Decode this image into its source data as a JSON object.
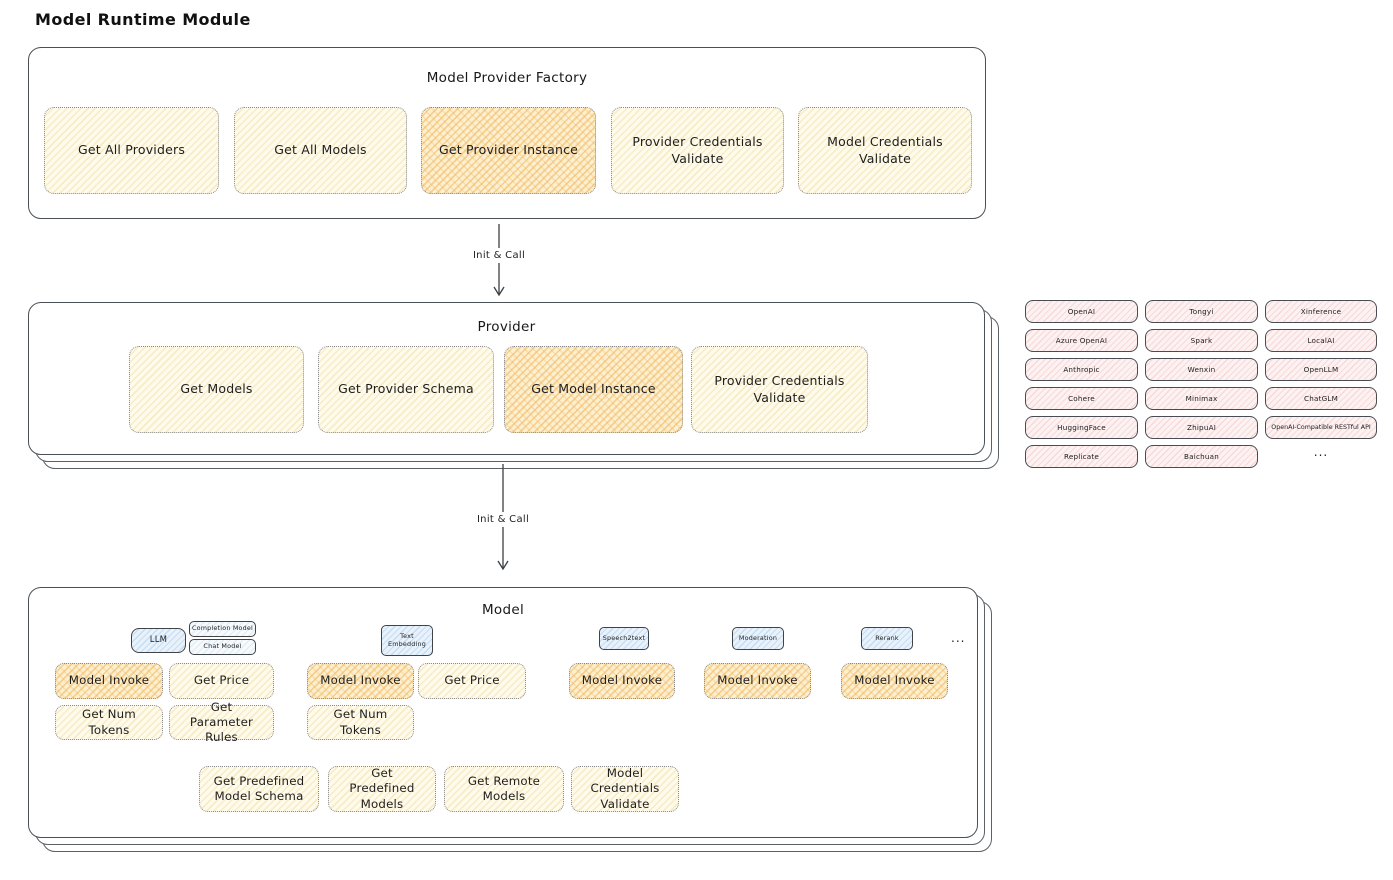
{
  "page": {
    "title": "Model Runtime Module"
  },
  "colors": {
    "ink": "#1e1e1e",
    "yellow_fill": "#fefaec",
    "orange_highlight_fill": "#fcf0d2",
    "orange_hatch": "#f3b960",
    "pink_fill": "#fdf2f2",
    "blue_fill": "#e9f2fa"
  },
  "factory": {
    "title": "Model Provider Factory",
    "buttons": [
      {
        "label": "Get All Providers",
        "highlighted": false
      },
      {
        "label": "Get All Models",
        "highlighted": false
      },
      {
        "label": "Get Provider Instance",
        "highlighted": true
      },
      {
        "label": "Provider Credentials Validate",
        "highlighted": false
      },
      {
        "label": "Model Credentials Validate",
        "highlighted": false
      }
    ]
  },
  "arrow1": {
    "label": "Init & Call"
  },
  "arrow2": {
    "label": "Init & Call"
  },
  "provider": {
    "title": "Provider",
    "buttons": [
      {
        "label": "Get Models",
        "highlighted": false
      },
      {
        "label": "Get Provider Schema",
        "highlighted": false
      },
      {
        "label": "Get Model Instance",
        "highlighted": true
      },
      {
        "label": "Provider Credentials Validate",
        "highlighted": false
      }
    ]
  },
  "provider_grid": {
    "items": [
      "OpenAI",
      "Tongyi",
      "Xinference",
      "Azure OpenAI",
      "Spark",
      "LocalAI",
      "Anthropic",
      "Wenxin",
      "OpenLLM",
      "Cohere",
      "Minimax",
      "ChatGLM",
      "HuggingFace",
      "ZhipuAI",
      "OpenAI-Compatible RESTful API",
      "Replicate",
      "Baichuan"
    ],
    "more": "..."
  },
  "model": {
    "title": "Model",
    "tabs": {
      "llm": "LLM",
      "completion": "Completion Model",
      "chat": "Chat Model",
      "embedding": "Text Embedding",
      "speech": "Speech2text",
      "moderation": "Moderation",
      "rerank": "Rerank",
      "more": "..."
    },
    "llm_group": {
      "invoke": "Model Invoke",
      "price": "Get Price",
      "num_tokens": "Get Num Tokens",
      "param_rules": "Get Parameter Rules"
    },
    "embedding_group": {
      "invoke": "Model Invoke",
      "price": "Get Price",
      "num_tokens": "Get Num Tokens"
    },
    "speech_group": {
      "invoke": "Model Invoke"
    },
    "moderation_group": {
      "invoke": "Model Invoke"
    },
    "rerank_group": {
      "invoke": "Model Invoke"
    },
    "bottom_buttons": [
      {
        "label": "Get Predefined Model Schema"
      },
      {
        "label": "Get Predefined Models"
      },
      {
        "label": "Get Remote Models"
      },
      {
        "label": "Model Credentials Validate"
      }
    ]
  }
}
